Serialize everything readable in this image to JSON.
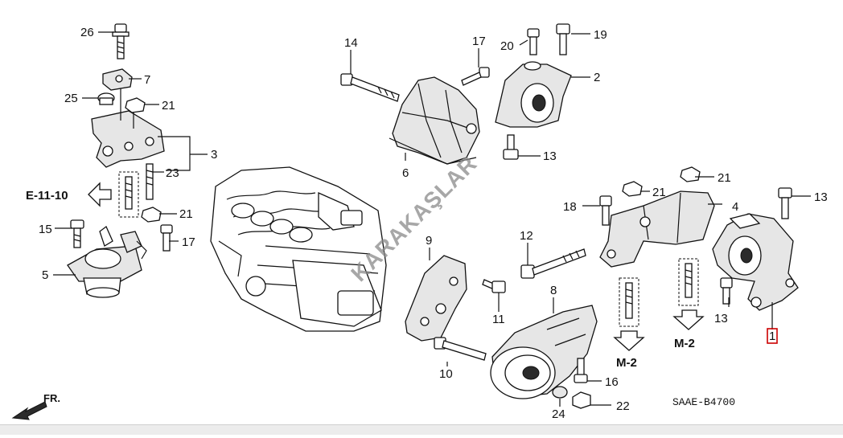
{
  "callouts": {
    "c1": "1",
    "c2": "2",
    "c3": "3",
    "c4": "4",
    "c5": "5",
    "c6": "6",
    "c7": "7",
    "c8": "8",
    "c9": "9",
    "c10": "10",
    "c11": "11",
    "c12": "12",
    "c13a": "13",
    "c13b": "13",
    "c13c": "13",
    "c14": "14",
    "c15": "15",
    "c16": "16",
    "c17a": "17",
    "c17b": "17",
    "c18": "18",
    "c19": "19",
    "c20": "20",
    "c21a": "21",
    "c21b": "21",
    "c21c": "21",
    "c21d": "21",
    "c22": "22",
    "c23": "23",
    "c24": "24",
    "c25": "25",
    "c26": "26"
  },
  "references": {
    "e_11_10": "E-11-10",
    "m_2_a": "M-2",
    "m_2_b": "M-2",
    "front": "FR."
  },
  "diagram_code": "SAAE-B4700",
  "watermark": "KARAKAŞLAR",
  "colors": {
    "line": "#111111",
    "highlight_box": "#cc0000",
    "watermark": "#8a8a8a"
  }
}
